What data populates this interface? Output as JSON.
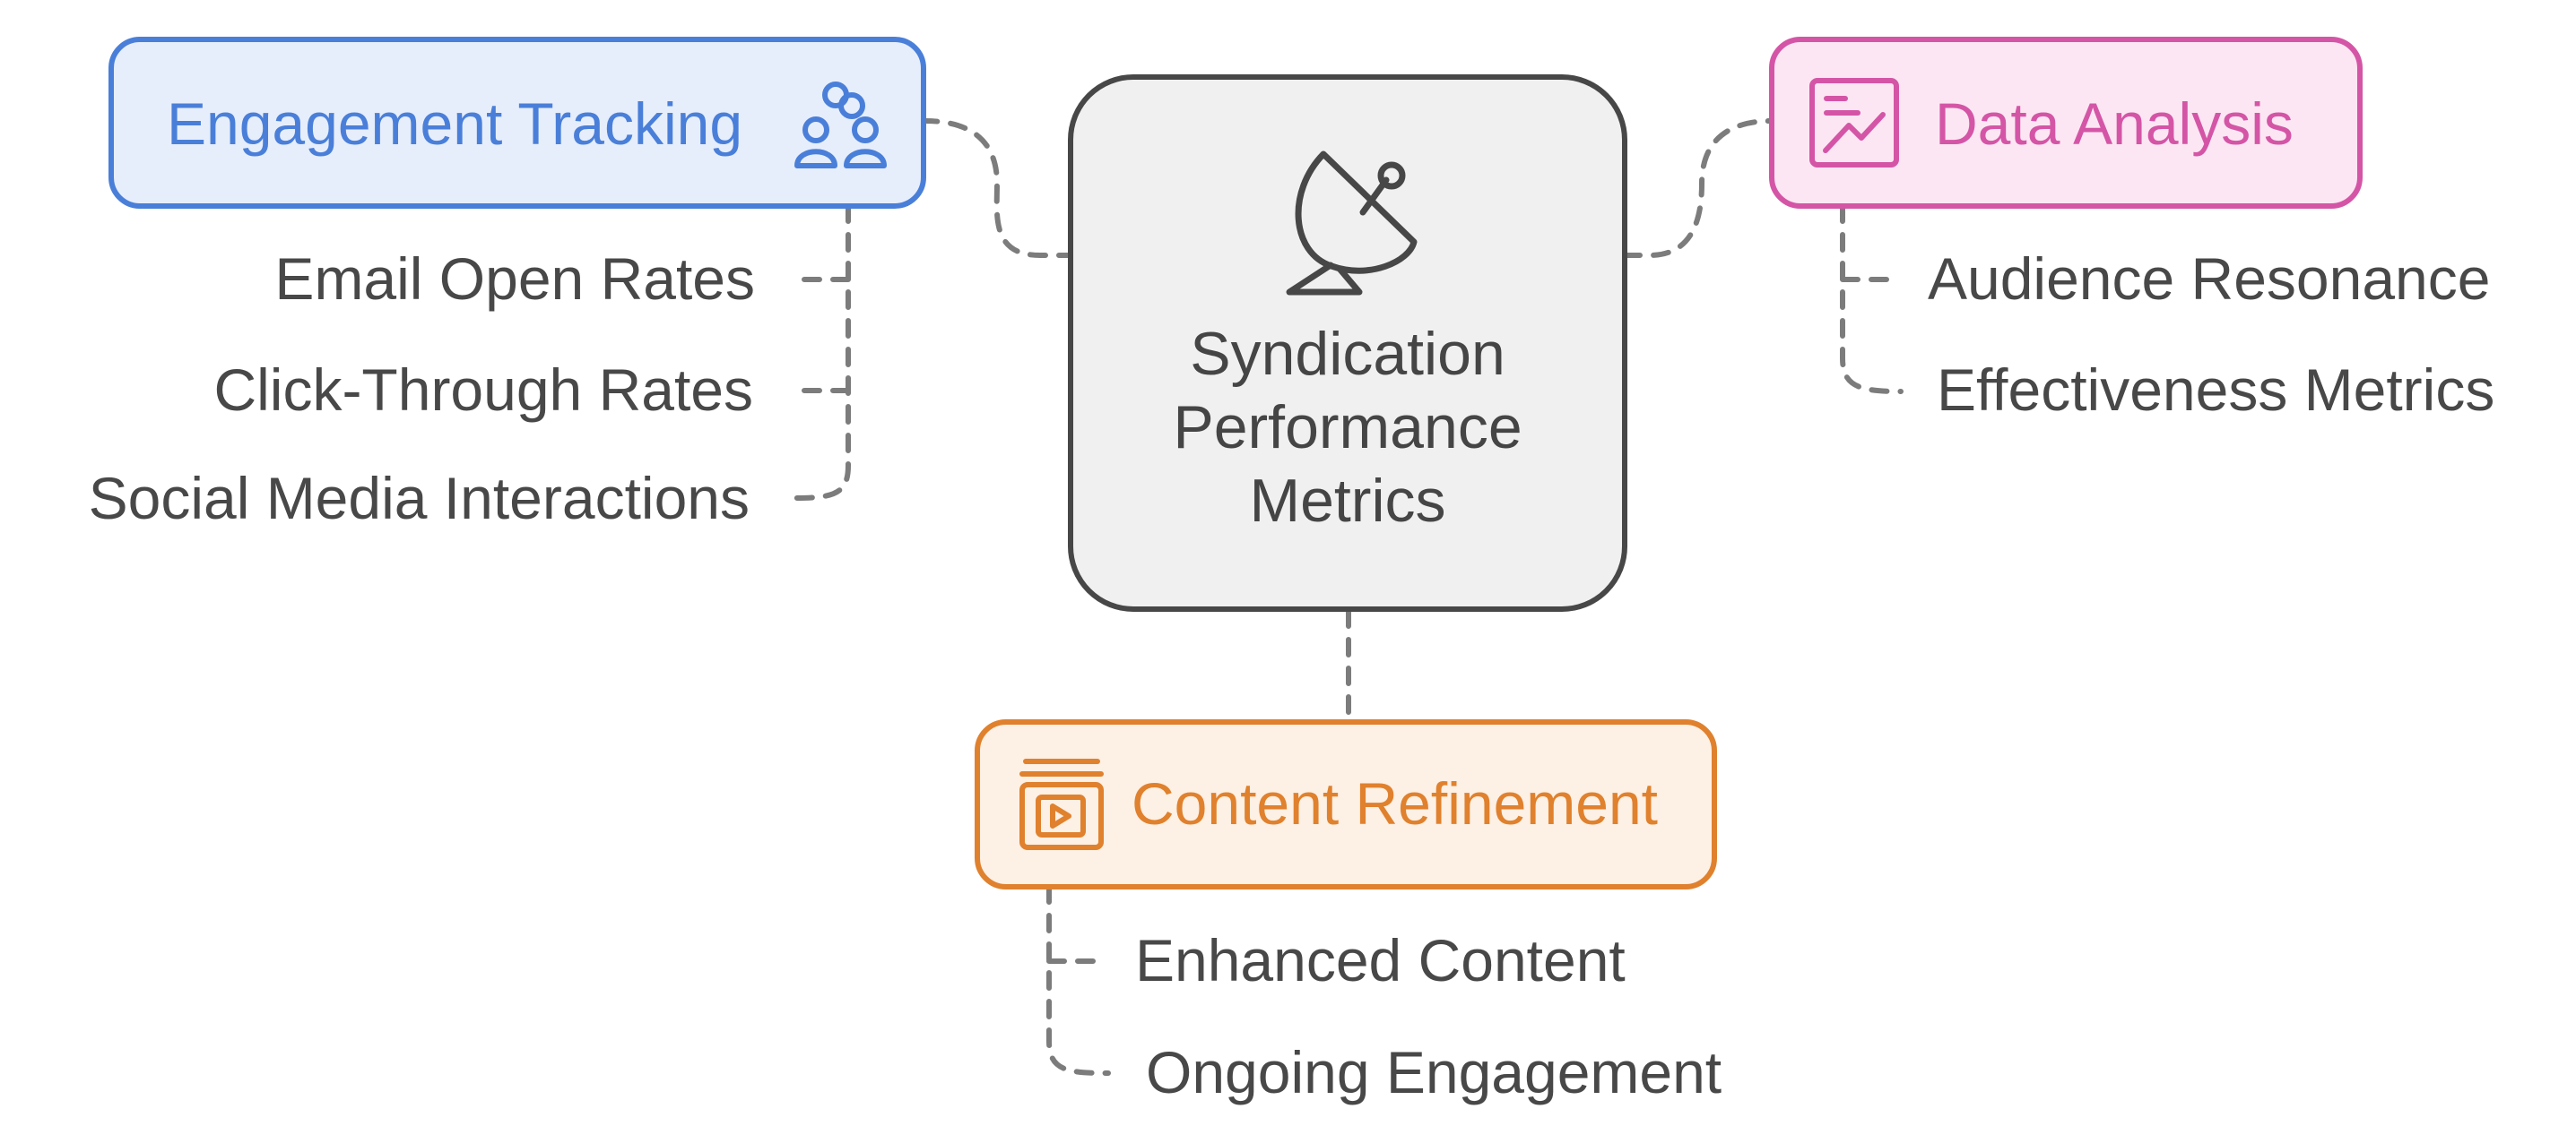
{
  "center": {
    "title_lines": [
      "Syndication",
      "Performance",
      "Metrics"
    ],
    "icon": "satellite-dish-icon"
  },
  "nodes": {
    "engagement": {
      "title": "Engagement Tracking",
      "icon": "people-link-icon",
      "color": "#4a7fd9",
      "fill": "#e6eefb",
      "leaves": [
        "Email Open Rates",
        "Click-Through Rates",
        "Social Media Interactions"
      ]
    },
    "analysis": {
      "title": "Data Analysis",
      "icon": "chart-analysis-icon",
      "color": "#d455a6",
      "fill": "#fce6f4",
      "leaves": [
        "Audience Resonance",
        "Effectiveness Metrics"
      ]
    },
    "refinement": {
      "title": "Content Refinement",
      "icon": "video-content-icon",
      "color": "#e0812e",
      "fill": "#fdf0e4",
      "leaves": [
        "Enhanced Content",
        "Ongoing Engagement"
      ]
    }
  },
  "colors": {
    "center_fill": "#f0f0f0",
    "center_stroke": "#474747",
    "connector": "#7c7c7c",
    "text": "#484848"
  }
}
